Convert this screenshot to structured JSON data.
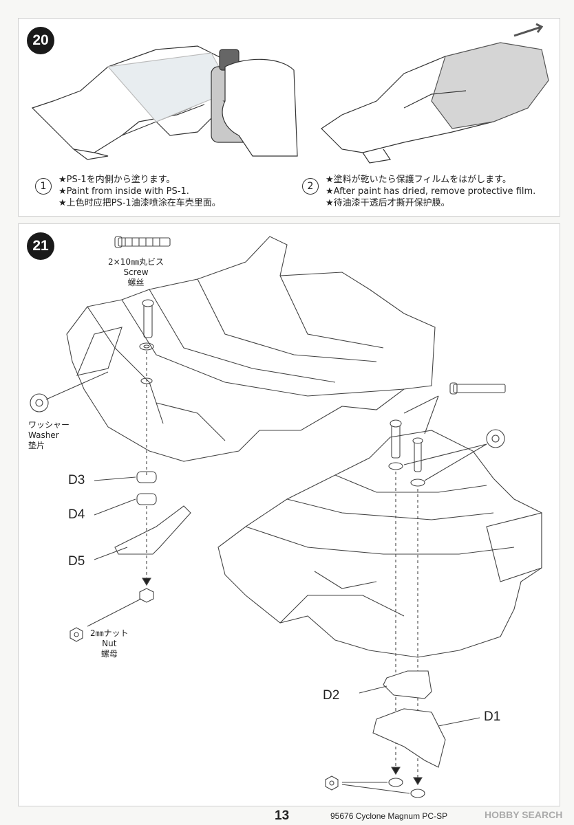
{
  "step20": {
    "number": "20",
    "instruction1": {
      "index": "1",
      "lines": [
        "★PS-1を内側から塗ります。",
        "★Paint from inside with PS-1.",
        "★上色时应把PS-1油漆喷涂在车壳里面。"
      ]
    },
    "instruction2": {
      "index": "2",
      "lines": [
        "★塗料が乾いたら保護フィルムをはがします。",
        "★After paint has dried, remove protective film.",
        "★待油漆干透后才撕开保护膜。"
      ]
    }
  },
  "step21": {
    "number": "21",
    "screw_label": [
      "2×10㎜丸ビス",
      "Screw",
      "螺丝"
    ],
    "washer_label": [
      "ワッシャー",
      "Washer",
      "垫片"
    ],
    "nut_label": [
      "2㎜ナット",
      "Nut",
      "螺母"
    ],
    "parts": {
      "d1": "D1",
      "d2": "D2",
      "d3": "D3",
      "d4": "D4",
      "d5": "D5"
    }
  },
  "footer": {
    "page_number": "13",
    "model": "95676 Cyclone Magnum PC-SP",
    "watermark": "HOBBY SEARCH"
  }
}
